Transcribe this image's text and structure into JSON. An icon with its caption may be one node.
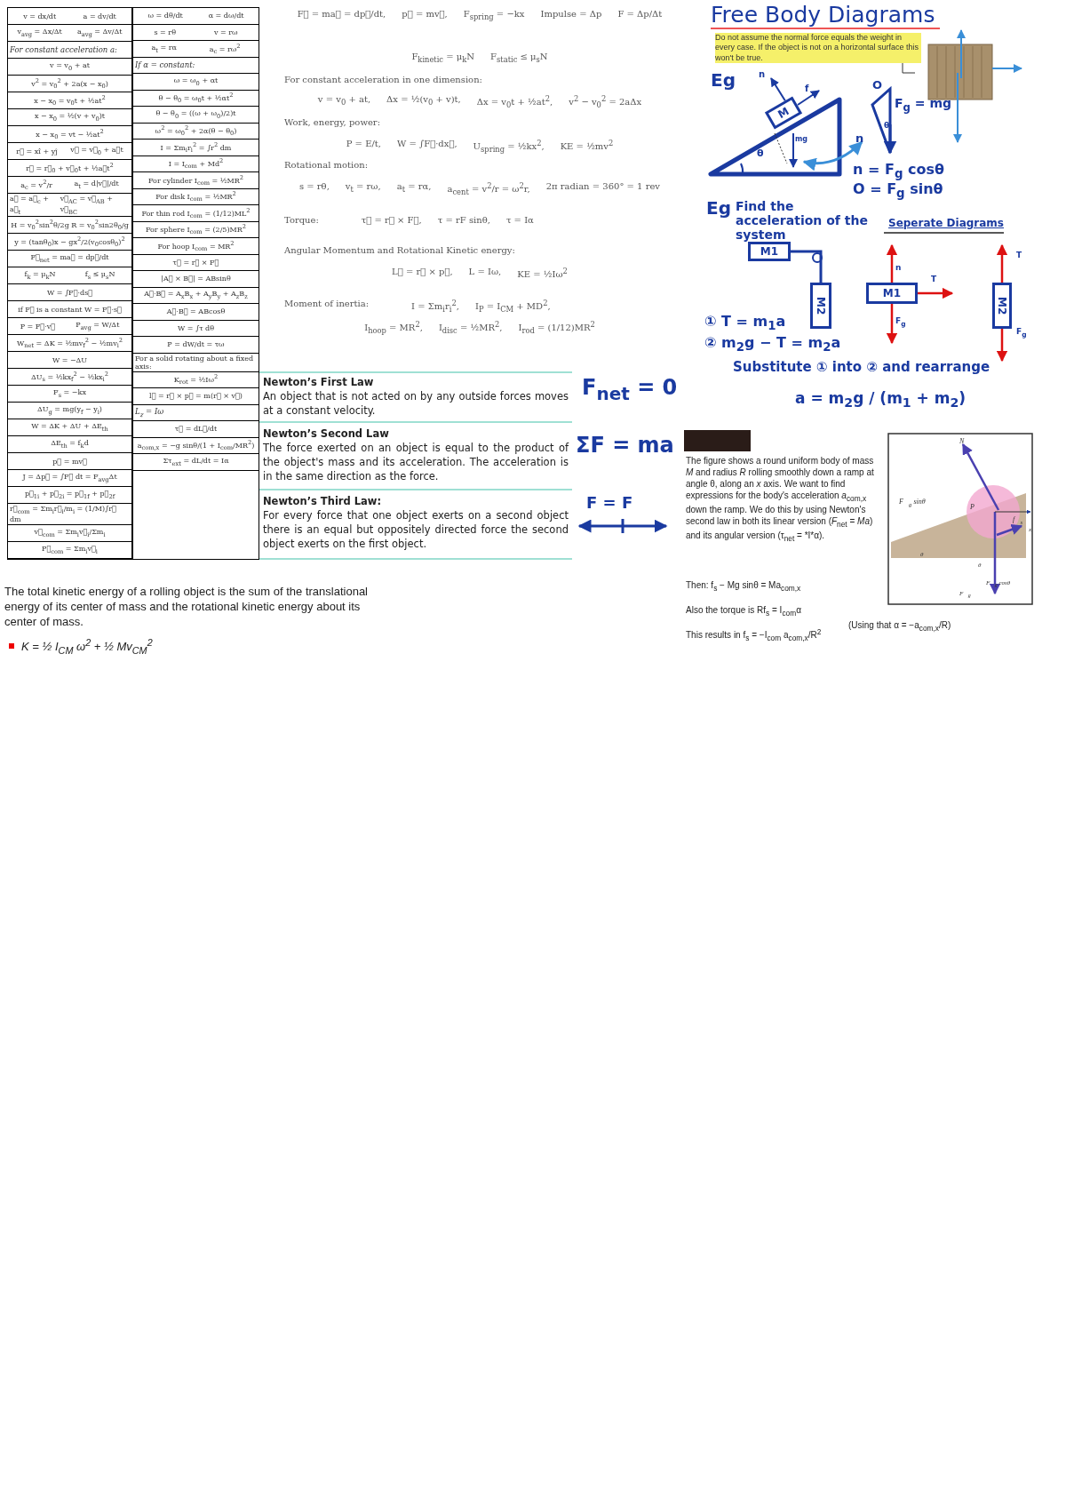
{
  "diagram": {
    "title": "Free Body Diagrams",
    "nodes": [
      {
        "text": [
          "M"
        ]
      },
      {
        "text": [
          "M1"
        ]
      },
      {
        "text": [
          "M2"
        ]
      },
      {
        "text": [
          "M1"
        ]
      },
      {
        "text": [
          "M2"
        ]
      },
      {
        "text": [
          "Newton’s First Law",
          "An object that is not acted on by any outside forces moves at a constant velocity."
        ]
      },
      {
        "text": [
          "Newton’s Second Law",
          "The force exerted on an object is equal to the product of the object's mass and its acceleration. The acceleration is in the same direction as the force."
        ]
      },
      {
        "text": [
          "Newton’s Third Law:",
          "For every force that one object exerts on a second object there is an equal but oppositely directed force the second object exerts on the first object."
        ]
      }
    ],
    "edges": [
      {
        "from": 1,
        "to": 2,
        "arrow": "none"
      }
    ],
    "labels": [
      "v = dx/dt",
      "a = dv/dt",
      "v$_{avg}$ = Δx/Δt",
      "a$_{avg}$ = Δv/Δt",
      "For constant acceleration a:",
      "v = v$_{0}$ + at",
      "v$^{2}$ = v$_{0}$$^{2}$ + 2a(x − x$_{0}$)",
      "x − x$_{0}$ = v$_{0}$t + ½at$^{2}$",
      "x − x$_{0}$ = ½(v + v$_{0}$)t",
      "x − x$_{0}$ = vt − ½at$^{2}$",
      "r⃗ = xî + yĵ",
      "v⃗ = v⃗$_{0}$ + a⃗t",
      "r⃗ = r⃗$_{0}$ + v⃗$_{0}$t + ½a⃗t$^{2}$",
      "a$_{c}$ = v$^{2}$/r",
      "a$_{t}$ = d|v⃗|/dt",
      "a⃗ = a⃗$_{c}$ + a⃗$_{t}$",
      "v⃗$_{AC}$ = v⃗$_{AB}$ + v⃗$_{BC}$",
      "H = v$_{0}$$^{2}$sin$^{2}$θ/2g",
      "R = v$_{0}$$^{2}$sin2θ$_{0}$/g",
      "y = (tanθ$_{0}$)x − gx$^{2}$/2(v$_{0}$cosθ$_{0}$)$^{2}$",
      "F⃗$_{net}$ = ma⃗ = dp⃗/dt",
      "f$_{k}$ = μ$_{k}$N",
      "f$_{s}$ ≤ μ$_{s}$N",
      "W = ∫F⃗·ds⃗",
      "if F⃗ is a constant W = F⃗·s⃗",
      "P = F⃗·v⃗",
      "P$_{avg}$ = W/Δt",
      "W$_{net}$ = ΔK = ½mv$_{f}$$^{2}$ − ½mv$_{i}$$^{2}$",
      "W = −ΔU",
      "ΔU$_{s}$ = ½kx$_{f}$$^{2}$ − ½kx$_{i}$$^{2}$",
      "F$_{s}$ = −kx",
      "ΔU$_{g}$ = mg(y$_{f}$ − y$_{i}$)",
      "W = ΔK + ΔU + ΔE$_{th}$",
      "ΔE$_{th}$ = f$_{k}$d",
      "p⃗ = mv⃗",
      "J = Δp⃗ = ∫F⃗ dt = F$_{avg}$Δt",
      "p⃗$_{1i}$ + p⃗$_{2i}$ = p⃗$_{1f}$ + p⃗$_{2f}$",
      "r⃗$_{com}$ = Σm$_{i}$r⃗$_{i}$/m$_{i}$ = (1/M)∫r⃗ dm",
      "v⃗$_{com}$ = Σm$_{i}$v⃗$_{i}$/Σm$_{i}$",
      "P⃗$_{com}$ = Σm$_{i}$v⃗$_{i}$",
      "ω = dθ/dt",
      "α = dω/dt",
      "s = rθ",
      "v = rω",
      "a$_{t}$ = rα",
      "a$_{c}$ = rω$^{2}$",
      "If α = constant:",
      "ω = ω$_{0}$ + αt",
      "θ − θ$_{0}$ = ω$_{0}$t + ½αt$^{2}$",
      "θ − θ$_{0}$ = ((ω + ω$_{0}$)/2)t",
      "ω$^{2}$ = ω$_{0}$$^{2}$ + 2α(θ − θ$_{0}$)",
      "I = Σm$_{i}$r$_{i}$$^{2}$ = ∫r$^{2}$ dm",
      "I = I$_{com}$ + Md$^{2}$",
      "For cylinder I$_{com}$ = ½MR$^{2}$",
      "For disk I$_{com}$ = ½MR$^{2}$",
      "For thin rod I$_{com}$ = (1/12)ML$^{2}$",
      "For sphere I$_{com}$ = (2/5)MR$^{2}$",
      "For hoop I$_{com}$ = MR$^{2}$",
      "τ⃗ = r⃗ × F⃗",
      "|A⃗ × B⃗| = ABsinθ",
      "A⃗·B⃗ = A$_{x}$B$_{x}$ + A$_{y}$B$_{y}$ + A$_{z}$B$_{z}$",
      "A⃗·B⃗ = ABcosθ",
      "W = ∫τ dθ",
      "P = dW/dt = τω",
      "For a solid rotating about a fixed axis:",
      "K$_{rot}$ = ½Iω$^{2}$",
      "l⃗ = r⃗ × p⃗ = m(r⃗ × v⃗)",
      "L$_{z}$ = Iω",
      "τ⃗ = dL⃗/dt",
      "a$_{com,x}$ = −g sinθ/(1 + I$_{com}$/MR$^{2}$)",
      "Στ$_{ext}$ = dL/dt = Iα",
      "F⃗ = ma⃗ = dp⃗/dt,",
      "p⃗ = mv⃗,",
      "F$_{spring}$ = −kx",
      "Impulse = Δp",
      "F = Δp/Δt",
      "F$_{kinetic}$ = μ$_{k}$N",
      "F$_{static}$ ≤ μ$_{s}$N",
      "For constant acceleration in one dimension:",
      "v = v$_{0}$ + at,",
      "Δx = ½(v$_{0}$ + v)t,",
      "Δx = v$_{0}$t + ½at$^{2}$,",
      "v$^{2}$ − v$_{0}$$^{2}$ = 2aΔx",
      "Work, energy, power:",
      "P = E/t,",
      "W = ∫F⃗·dx⃗,",
      "U$_{spring}$ = ½kx$^{2}$,",
      "KE = ½mv$^{2}$",
      "Rotational motion:",
      "s = rθ,",
      "v$_{t}$ = rω,",
      "a$_{t}$ = rα,",
      "a$_{cent}$ = v$^{2}$/r = ω$^{2}$r,",
      "2π radian = 360° = 1 rev",
      "Torque:",
      "τ⃗ = r⃗ × F⃗,",
      "τ = rF sinθ,",
      "τ = Iα",
      "Angular Momentum and Rotational Kinetic energy:",
      "L⃗ = r⃗ × p⃗,",
      "L = Iω,",
      "KE = ½Iω$^{2}$",
      "Moment of inertia:",
      "I = Σm$_{i}$r$_{i}$$^{2}$,",
      "I$_{P}$ = I$_{CM}$ + MD$^{2}$,",
      "I$_{hoop}$ = MR$^{2}$,",
      "I$_{disc}$ = ½MR$^{2}$,",
      "I$_{rod}$ = (1/12)MR$^{2}$",
      "Do not assume the normal force equals the weight in every case. If the object is not on a horizontal surface this won't be true.",
      "Eg",
      "n",
      "f",
      "mg",
      "θ",
      "O",
      "F$_{g}$ = mg",
      "θ",
      "n",
      "n = F$_{g}$ cosθ",
      "O = F$_{g}$ sinθ",
      "Eg",
      "Find the acceleration of the system",
      "Seperate Diagrams",
      "n",
      "T",
      "F$_{g}$",
      "T",
      "F$_{g}$",
      "① T = m$_{1}$a",
      "② m$_{2}$g − T = m$_{2}$a",
      "Substitute ① into ② and rearrange",
      "a = m$_{2}$g / (m$_{1}$ + m$_{2}$)",
      "F$_{net}$ = 0",
      "ΣF = ma",
      "F = F",
      "The figure shows a round uniform body of mass *M* and radius *R* rolling smoothly down a ramp at angle θ, along an *x* axis. We want to find expressions for the body's acceleration *a*$_{com,x}$ down the ramp. We do this by using Newton's second law in both its linear version (*F*$_{net}$ = *Ma*) and its angular version (τ$_{net}$ = *I*α).",
      "Then:   f$_{s}$ − Mg sinθ = Ma$_{com,x}$",
      "Also the torque is Rf$_{s}$ = I$_{com}$α",
      "This results in   f$_{s}$ = −I$_{com}$ a$_{com,x}$/R$^{2}$",
      "(Using that α = −a$_{com,x}$/R)",
      "N⃗",
      "F⃗$_{g}$ sinθ",
      "P",
      "f⃗$_{s}$",
      "x",
      "θ",
      "θ",
      "F⃗$_{g}$ cosθ",
      "F⃗$_{g}$",
      "The total kinetic energy of a rolling object is the sum of the translational energy of its center of mass and the rotational kinetic energy about its center of mass.",
      "K = ½ I$_{CM}$ ω$^{2}$ + ½ Mv$_{CM}$$^{2}$"
    ]
  }
}
